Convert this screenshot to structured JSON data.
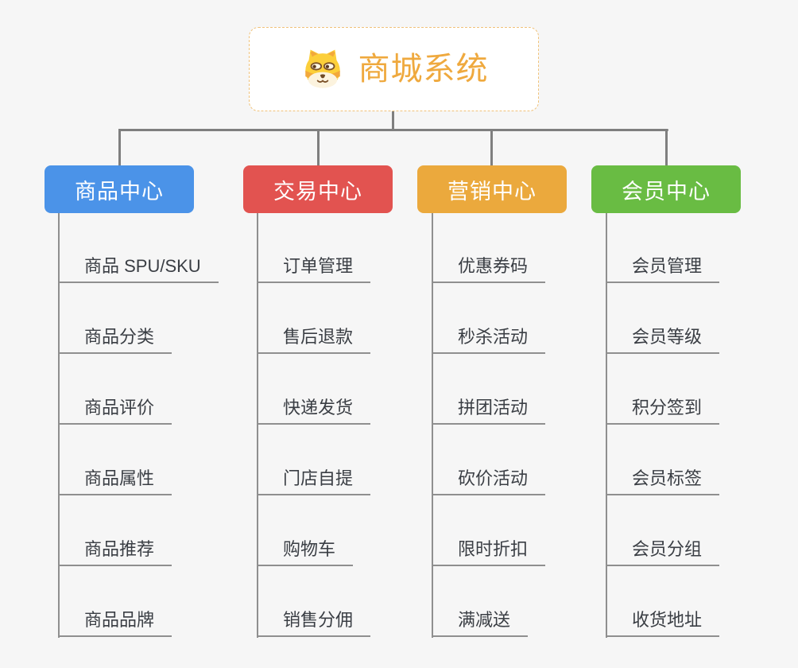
{
  "root": {
    "title": "商城系统",
    "icon": "shiba-dog-icon",
    "accent_color": "#EFA93E",
    "border_color": "#F0C27A"
  },
  "branches": [
    {
      "label": "商品中心",
      "color": "#4B93E8",
      "children": [
        "商品 SPU/SKU",
        "商品分类",
        "商品评价",
        "商品属性",
        "商品推荐",
        "商品品牌"
      ]
    },
    {
      "label": "交易中心",
      "color": "#E25350",
      "children": [
        "订单管理",
        "售后退款",
        "快递发货",
        "门店自提",
        "购物车",
        "销售分佣"
      ]
    },
    {
      "label": "营销中心",
      "color": "#EBA93D",
      "children": [
        "优惠券码",
        "秒杀活动",
        "拼团活动",
        "砍价活动",
        "限时折扣",
        "满减送"
      ]
    },
    {
      "label": "会员中心",
      "color": "#69BC43",
      "children": [
        "会员管理",
        "会员等级",
        "积分签到",
        "会员标签",
        "会员分组",
        "收货地址"
      ]
    }
  ]
}
